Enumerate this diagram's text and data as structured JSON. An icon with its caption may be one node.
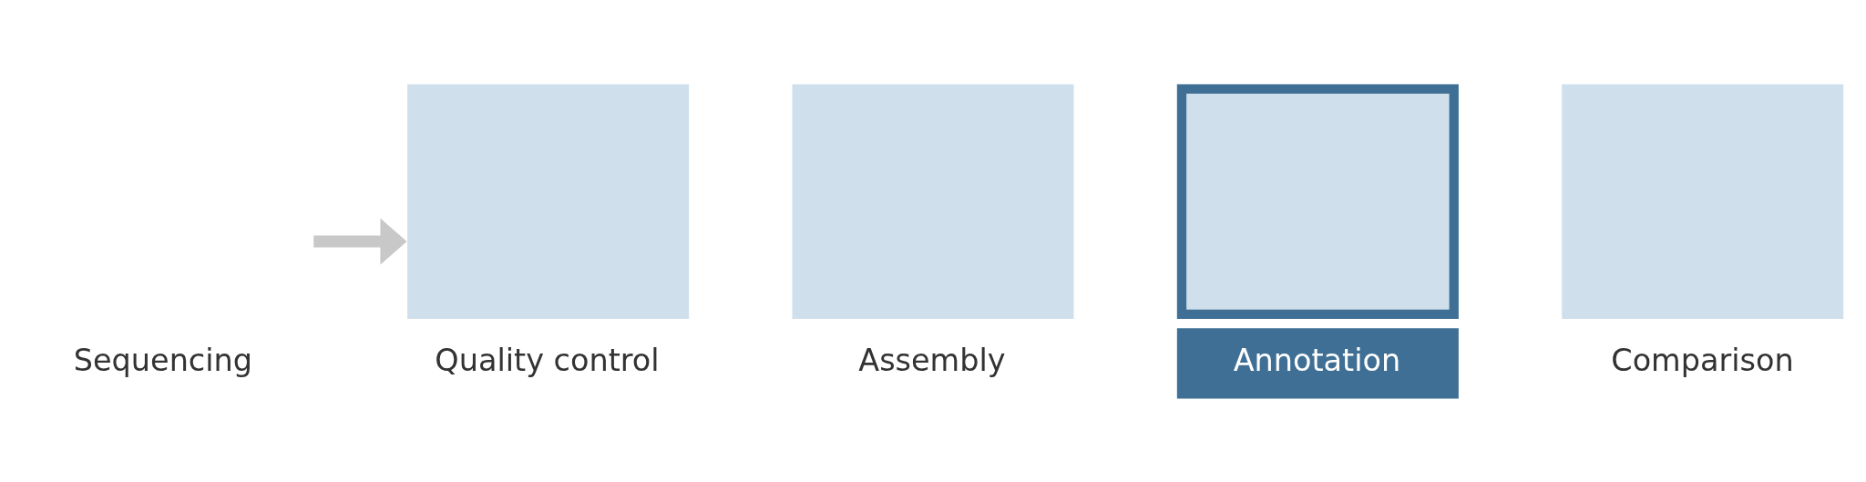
{
  "diagram": {
    "nodes": [
      {
        "text": [
          "Sequencing"
        ]
      },
      {
        "text": [
          "Quality control"
        ]
      },
      {
        "text": [
          "Assembly"
        ]
      },
      {
        "text": [
          "Annotation"
        ]
      },
      {
        "text": [
          "Comparison"
        ]
      }
    ],
    "edges": [
      {
        "from": 0,
        "to": 1,
        "arrow": "to"
      }
    ]
  }
}
